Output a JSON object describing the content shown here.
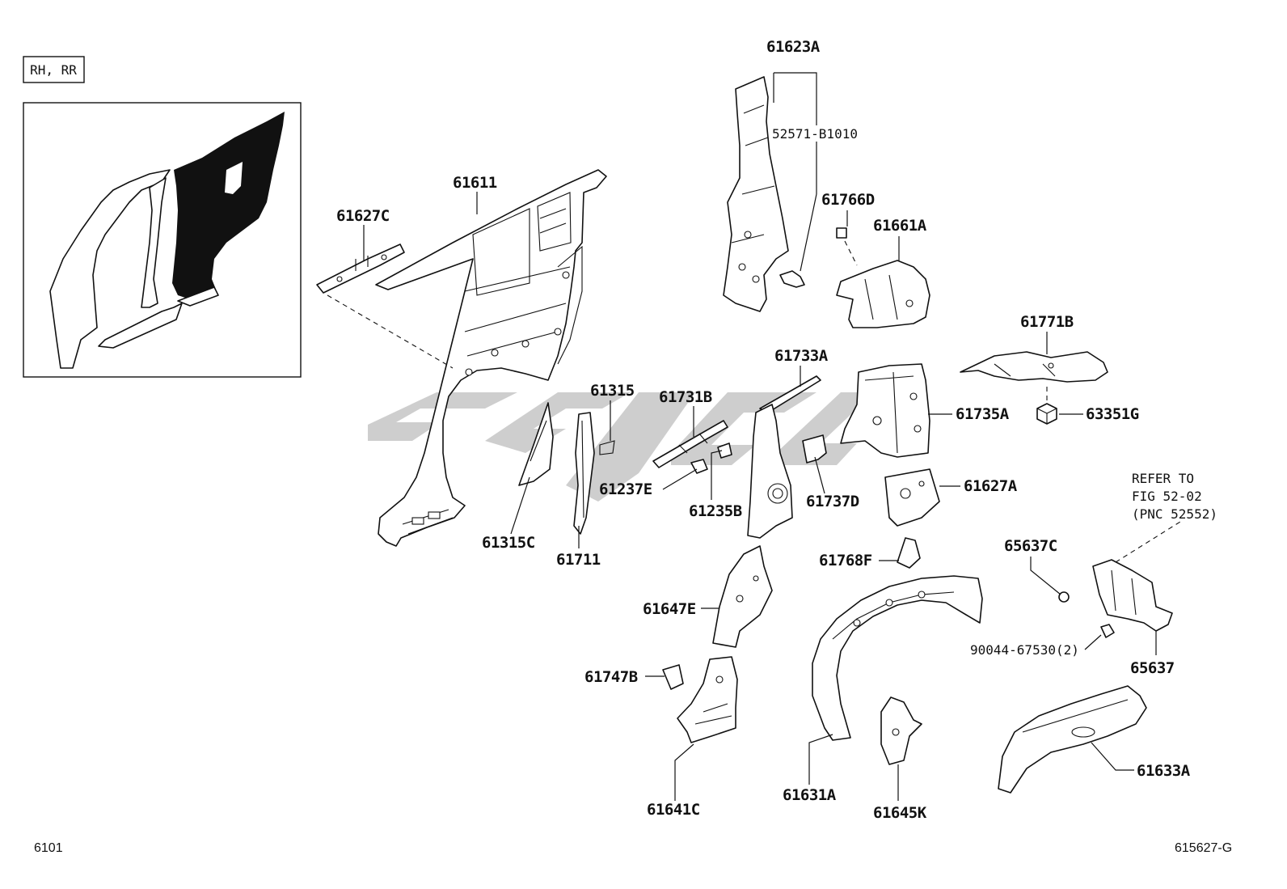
{
  "view_label": "RH, RR",
  "footer": {
    "left_code": "6101",
    "right_code": "615627-G"
  },
  "labels": {
    "p61623A": "61623A",
    "p52571": "52571-B1010",
    "p61766D": "61766D",
    "p61661A": "61661A",
    "p61611": "61611",
    "p61627C": "61627C",
    "p61771B": "61771B",
    "p61733A": "61733A",
    "p61315": "61315",
    "p61731B": "61731B",
    "p61735A": "61735A",
    "p63351G": "63351G",
    "p61237E": "61237E",
    "p61235B": "61235B",
    "p61737D": "61737D",
    "p61627A": "61627A",
    "p61315C": "61315C",
    "p61711": "61711",
    "p61768F": "61768F",
    "p65637C": "65637C",
    "p61647E": "61647E",
    "p9004": "90044-67530(2)",
    "p65637": "65637",
    "p61747B": "61747B",
    "p61641C": "61641C",
    "p61631A": "61631A",
    "p61645K": "61645K",
    "p61633A": "61633A"
  },
  "refer_note": {
    "line1": "REFER TO",
    "line2": "FIG 52-02",
    "line3": "(PNC 52552)"
  }
}
